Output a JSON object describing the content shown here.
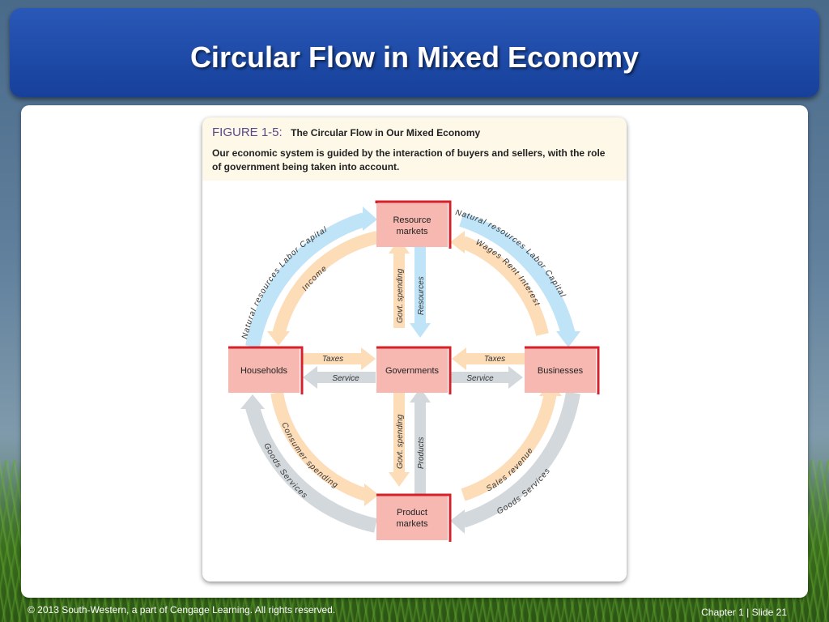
{
  "slide": {
    "title": "Circular Flow in Mixed Economy",
    "footer_left": "© 2013 South-Western, a part of Cengage Learning. All rights reserved.",
    "footer_chapter": "Chapter 1",
    "footer_sep": "|",
    "footer_slide": "Slide 21"
  },
  "figure": {
    "label": "FIGURE 1-5:",
    "caption": "The Circular Flow in Our Mixed Economy",
    "description": "Our economic system is guided by the interaction of buyers and sellers, with the role of government being taken into account."
  },
  "diagram": {
    "nodes": {
      "resource_markets": [
        "Resource",
        "markets"
      ],
      "households": [
        "Households"
      ],
      "governments": [
        "Governments"
      ],
      "businesses": [
        "Businesses"
      ],
      "product_markets": [
        "Product",
        "markets"
      ]
    },
    "labels": {
      "outer_left_top": "Natural resources   Labor   Capital",
      "inner_left_top": "Income",
      "outer_right_top": "Natural resources   Labor   Capital",
      "inner_right_top": "Wages   Rent   Interest",
      "inner_left_bottom": "Consumer spending",
      "outer_left_bottom": "Goods   Services",
      "inner_right_bottom": "Sales revenue",
      "outer_right_bottom": "Goods   Services",
      "top_vertical_left": "Govt. spending",
      "top_vertical_right": "Resources",
      "bottom_vertical_left": "Govt. spending",
      "bottom_vertical_right": "Products",
      "left_taxes": "Taxes",
      "left_service": "Service",
      "right_taxes": "Taxes",
      "right_service": "Service"
    },
    "colors": {
      "box_fill": "#f6b8b0",
      "box_edge": "#d6202a",
      "money_flow": "#fddcb8",
      "real_flow_top": "#bfe3f7",
      "real_flow_bottom": "#d3d8dc"
    }
  }
}
